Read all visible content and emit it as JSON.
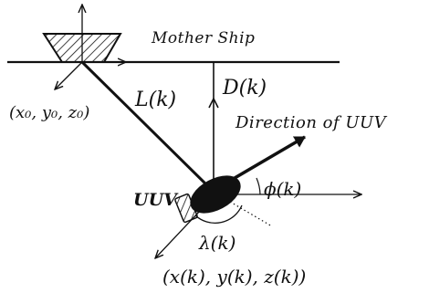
{
  "labels": {
    "ship": "Mother Ship",
    "origin": "(x₀, y₀, z₀)",
    "range": "L(k)",
    "depth": "D(k)",
    "direction": "Direction of UUV",
    "uuv": "UUV",
    "heading": "ϕ(k)",
    "bearing": "λ(k)",
    "position": "(x(k), y(k), z(k))"
  },
  "colors": {
    "ink": "#111111",
    "background": "#ffffff"
  }
}
